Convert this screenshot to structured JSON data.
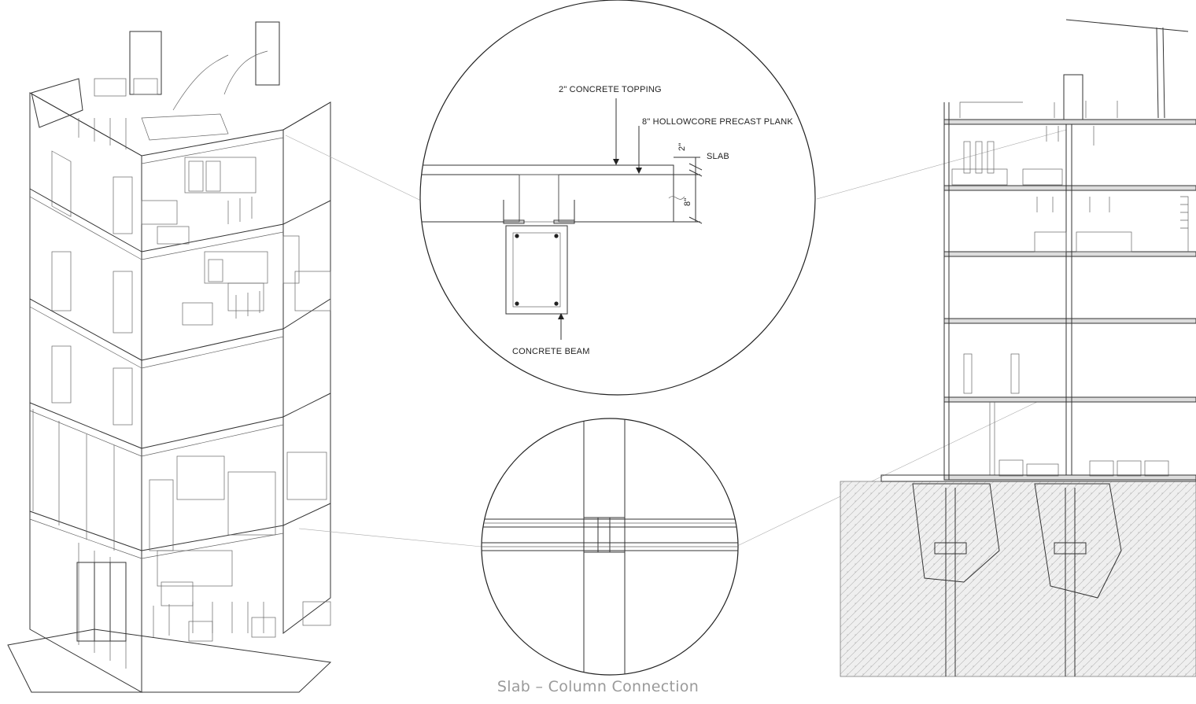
{
  "detail_top": {
    "topping_label": "2\" CONCRETE TOPPING",
    "plank_label": "8\" HOLLOWCORE PRECAST PLANK",
    "slab_label": "SLAB",
    "dim_small": "2\"",
    "dim_large": "8\"",
    "beam_label": "CONCRETE BEAM"
  },
  "caption": "Slab – Column Connection",
  "colors": {
    "line": "#333333",
    "caption": "#9a9a9a",
    "soil_fill": "#ededed"
  }
}
